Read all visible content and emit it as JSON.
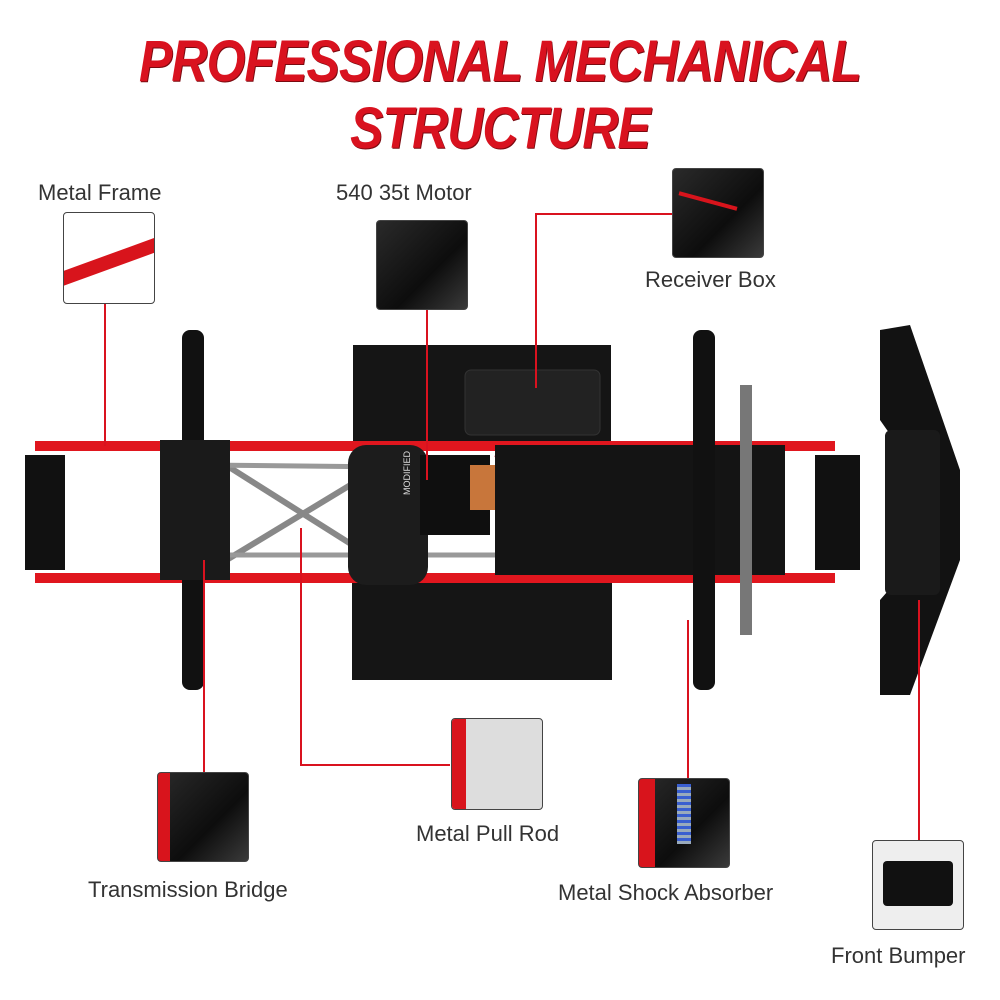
{
  "title": "PROFESSIONAL MECHANICAL STRUCTURE",
  "callouts": {
    "metal_frame": "Metal Frame",
    "motor": "540 35t Motor",
    "receiver_box": "Receiver Box",
    "transmission_bridge": "Transmission Bridge",
    "pull_rod": "Metal Pull Rod",
    "shock_absorber": "Metal Shock Absorber",
    "front_bumper": "Front Bumper"
  },
  "motor_text": "MODIFIED",
  "colors": {
    "accent": "#d9121f",
    "frame": "#e0161e",
    "chassis": "#111111"
  }
}
